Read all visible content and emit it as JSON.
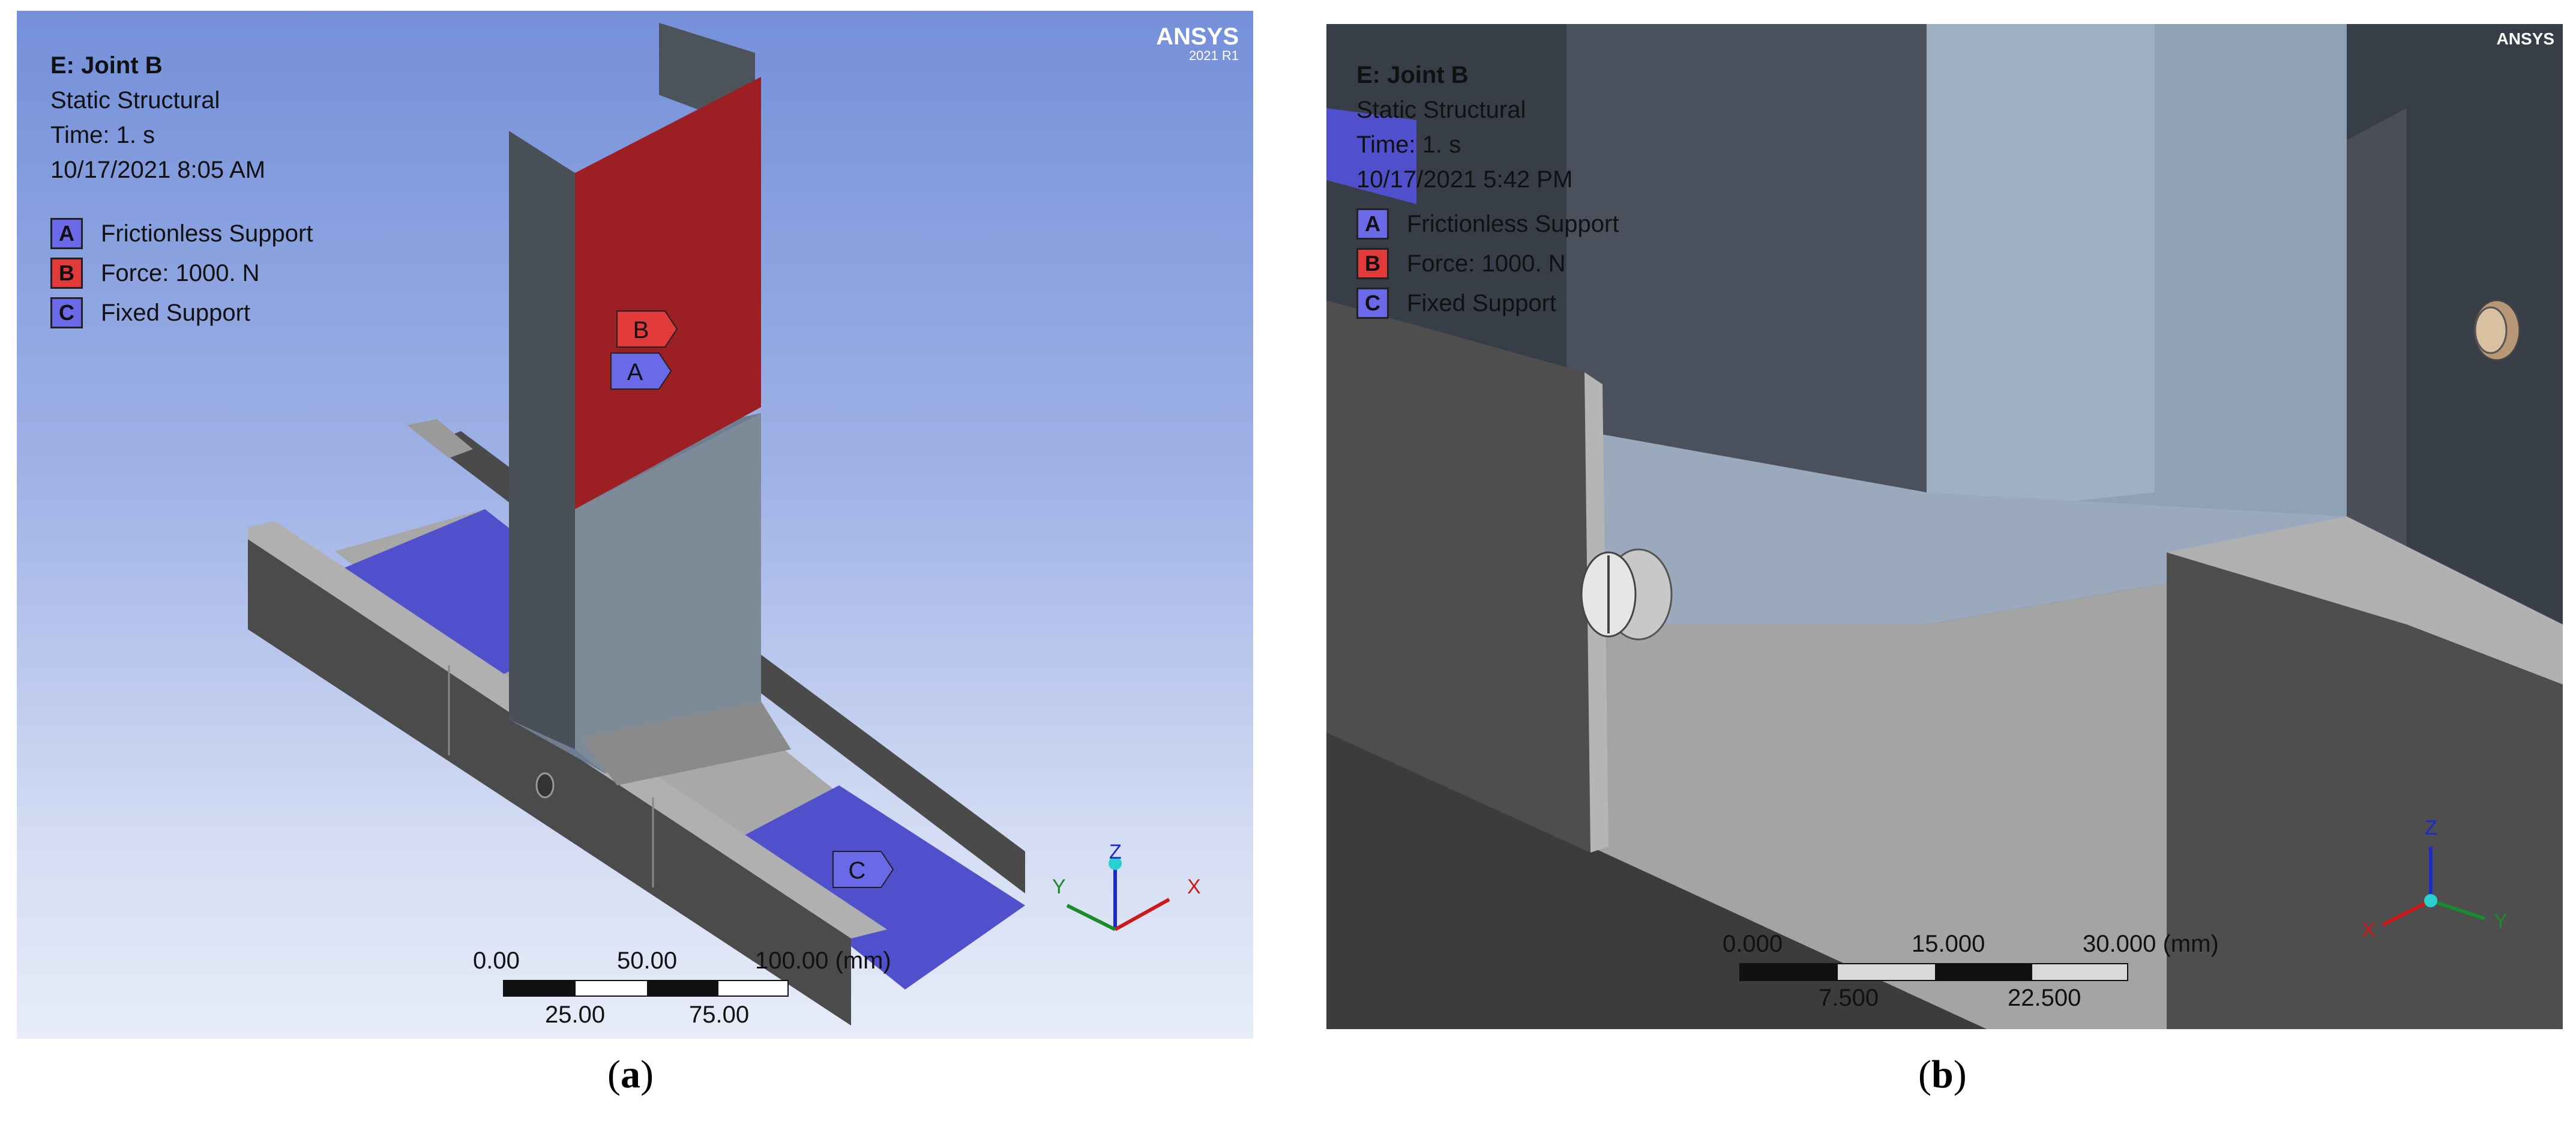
{
  "panel_a": {
    "info": {
      "title": "E: Joint B",
      "analysis": "Static Structural",
      "time": "Time: 1. s",
      "datetime": "10/17/2021 8:05 AM"
    },
    "legend": [
      {
        "key": "A",
        "label": "Frictionless Support",
        "color": "#6a6ae8"
      },
      {
        "key": "B",
        "label": "Force: 1000. N",
        "color": "#e23a3a"
      },
      {
        "key": "C",
        "label": "Fixed Support",
        "color": "#6a6ae8"
      }
    ],
    "brand": "ANSYS",
    "version": "2021 R1",
    "tags": {
      "b": "B",
      "a": "A",
      "c": "C"
    },
    "scale": {
      "t0": "0.00",
      "t1": "50.00",
      "t2": "100.00 (mm)",
      "b1": "25.00",
      "b2": "75.00"
    },
    "triad": {
      "x": "X",
      "y": "Y",
      "z": "Z"
    },
    "caption_letter": "a"
  },
  "panel_b": {
    "info": {
      "title": "E: Joint B",
      "analysis": "Static Structural",
      "time": "Time: 1. s",
      "datetime": "10/17/2021 5:42 PM"
    },
    "legend": [
      {
        "key": "A",
        "label": "Frictionless Support",
        "color": "#6a6ae8"
      },
      {
        "key": "B",
        "label": "Force: 1000. N",
        "color": "#e23a3a"
      },
      {
        "key": "C",
        "label": "Fixed Support",
        "color": "#6a6ae8"
      }
    ],
    "brand": "ANSYS",
    "scale": {
      "t0": "0.000",
      "t1": "15.000",
      "t2": "30.000 (mm)",
      "b1": "7.500",
      "b2": "22.500"
    },
    "triad": {
      "x": "X",
      "y": "Y",
      "z": "Z"
    },
    "caption_letter": "b"
  },
  "colors": {
    "support_blue": "#5050cc",
    "force_red": "#9c1f24",
    "steel_dark": "#4d4d4d",
    "steel_light": "#a9a9a9",
    "column_grey": "#6e7e90"
  }
}
